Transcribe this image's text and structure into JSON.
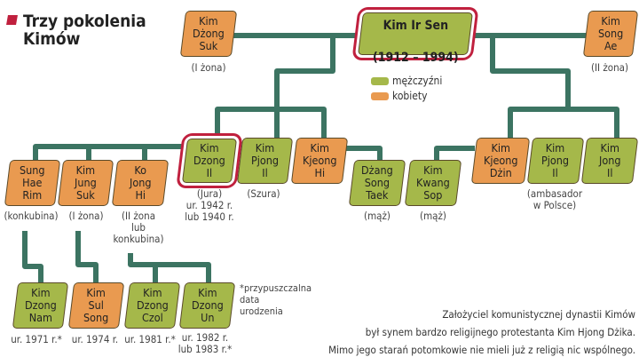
{
  "title": "Trzy pokolenia\nKimów",
  "legend": {
    "men": "mężczyźni",
    "women": "kobiety"
  },
  "colors": {
    "men": "#a5b84a",
    "women": "#e99a50",
    "line": "#3c7462",
    "highlight": "#c0203e"
  },
  "founder": {
    "name": "Kim Ir Sen",
    "years": "(1912 – 1994)"
  },
  "wives": [
    {
      "name": "Kim\nDżong\nSuk",
      "note": "(I żona)"
    },
    {
      "name": "Kim\nSong\nAe",
      "note": "(II żona)"
    }
  ],
  "gen2": [
    {
      "name": "Kim\nDzong\nIl",
      "note": "(Jura)\nur. 1942 r.\nlub 1940 r."
    },
    {
      "name": "Kim\nPjong\nIl",
      "note": "(Szura)"
    },
    {
      "name": "Kim\nKjeong\nHi",
      "note": ""
    },
    {
      "name": "Dżang\nSong\nTaek",
      "note": "(mąż)"
    },
    {
      "name": "Kim\nKwang\nSop",
      "note": "(mąż)"
    },
    {
      "name": "Kim\nKjeong\nDżin",
      "note": ""
    },
    {
      "name": "Kim\nPjong\nIl",
      "note": "(ambasador\nw Polsce)"
    },
    {
      "name": "Kim\nJong\nIl",
      "note": ""
    }
  ],
  "partners": [
    {
      "name": "Sung\nHae\nRim",
      "note": "(konkubina)"
    },
    {
      "name": "Kim\nJung\nSuk",
      "note": "(I żona)"
    },
    {
      "name": "Ko\nJong\nHi",
      "note": "(II żona\nlub\nkonkubina)"
    }
  ],
  "gen3": [
    {
      "name": "Kim\nDzong\nNam",
      "note": "ur. 1971 r.*"
    },
    {
      "name": "Kim\nSul\nSong",
      "note": "ur. 1974 r."
    },
    {
      "name": "Kim\nDzong\nCzol",
      "note": "ur. 1981 r.*"
    },
    {
      "name": "Kim\nDzong\nUn",
      "note": "ur. 1982 r.\nlub 1983 r.*"
    }
  ],
  "footnote": "*przypuszczalna\ndata\nurodzenia",
  "footer": [
    "Założyciel komunistycznej dynastii Kimów",
    "był synem bardzo religijnego protestanta Kim Hjong Dżika.",
    "Mimo jego starań potomkowie nie mieli już z religią nic wspólnego."
  ]
}
